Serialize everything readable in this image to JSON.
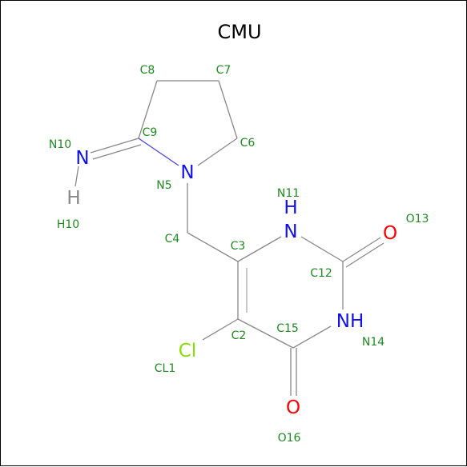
{
  "title": "CMU",
  "colors": {
    "carbon_bond": "#888888",
    "nitrogen": "#1010ee",
    "oxygen": "#ff0000",
    "chlorine": "#88dd00",
    "hydrogen": "#888888",
    "label": "#228822"
  },
  "atoms": [
    {
      "id": "N5",
      "symbol": "N"
    },
    {
      "id": "N10",
      "symbol": "N"
    },
    {
      "id": "H10",
      "symbol": "H"
    },
    {
      "id": "N11",
      "symbol": "H"
    },
    {
      "id": "N11b",
      "symbol": "N"
    },
    {
      "id": "O13",
      "symbol": "O"
    },
    {
      "id": "N14",
      "symbol": "NH"
    },
    {
      "id": "O16",
      "symbol": "O"
    },
    {
      "id": "CL1",
      "symbol": "Cl"
    }
  ],
  "labels": [
    "C8",
    "C7",
    "N10",
    "C9",
    "C6",
    "N5",
    "H10",
    "N11",
    "C4",
    "C3",
    "O13",
    "C12",
    "C15",
    "C2",
    "N14",
    "CL1",
    "O16"
  ]
}
